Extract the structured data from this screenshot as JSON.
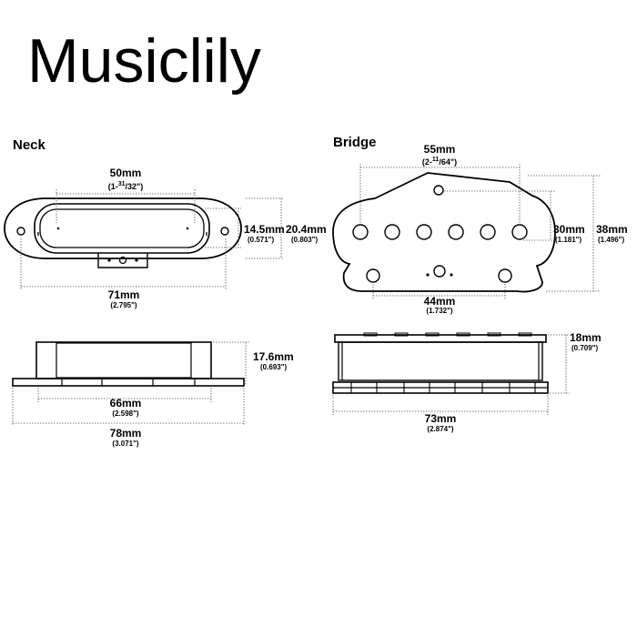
{
  "brand": "Musiclily",
  "neck": {
    "title": "Neck",
    "top_width": "50mm",
    "top_width_in_whole": "(1-",
    "top_width_in_num": "31",
    "top_width_in_den": "/32",
    "top_width_in_close": "\")",
    "inner_height": "14.5mm",
    "inner_height_in": "(0.571\")",
    "outer_height": "20.4mm",
    "outer_height_in": "(0.803\")",
    "length": "71mm",
    "length_in": "(2.795\")",
    "side_height": "17.6mm",
    "side_height_in": "(0.693\")",
    "base_inner": "66mm",
    "base_inner_in": "(2.598\")",
    "base_outer": "78mm",
    "base_outer_in": "(3.071\")"
  },
  "bridge": {
    "title": "Bridge",
    "top_width": "55mm",
    "top_width_in_whole": "(2-",
    "top_width_in_num": "11",
    "top_width_in_den": "/64",
    "top_width_in_close": "\")",
    "inner_height": "30mm",
    "inner_height_in": "(1.181\")",
    "outer_height": "38mm",
    "outer_height_in": "(1.496\")",
    "hole_spacing": "44mm",
    "hole_spacing_in": "(1.732\")",
    "side_height": "18mm",
    "side_height_in": "(0.709\")",
    "length": "73mm",
    "length_in": "(2.874\")"
  }
}
